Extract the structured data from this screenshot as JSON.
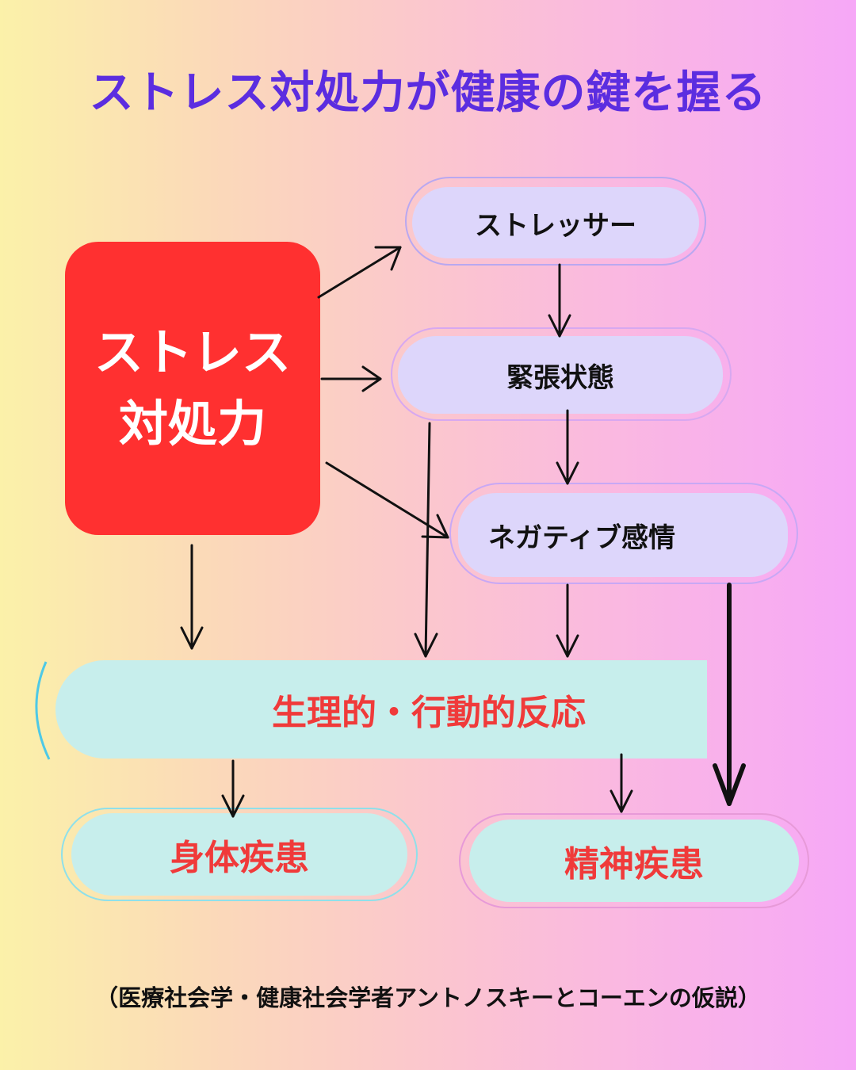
{
  "title": "ストレス対処力が健康の鍵を握る",
  "coping": {
    "line1": "ストレス",
    "line2": "対処力"
  },
  "nodes": {
    "stressor": "ストレッサー",
    "tension": "緊張状態",
    "negative_emotion": "ネガティブ感情",
    "response": "生理的・行動的反応",
    "physical_illness": "身体疾患",
    "mental_illness": "精神疾患"
  },
  "footnote": "（医療社会学・健康社会学者アントノスキーとコーエンの仮説）",
  "colors": {
    "title": "#5b2de0",
    "coping_box": "#ff3030",
    "lavender_pill": "#ddd6fb",
    "cyan_pill": "#c7eeec",
    "red_text": "#f03a3a"
  }
}
